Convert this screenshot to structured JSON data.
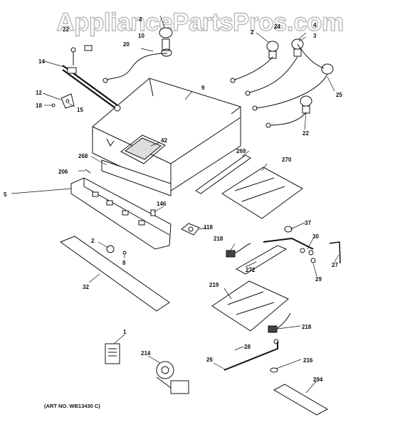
{
  "watermark": "AppliancePartsPros.com",
  "art_number": "(ART NO. WB13430 C)",
  "callouts": {
    "c1": "1",
    "c2a": "2",
    "c2b": "2",
    "c3": "3",
    "c4a": "4",
    "c4b": "4",
    "c5": "5",
    "c8": "8",
    "c9": "9",
    "c10": "10",
    "c12": "12",
    "c14": "14",
    "c15": "15",
    "c18": "18",
    "c20": "20",
    "c22": "22",
    "c22b": "22",
    "c24": "24",
    "c25": "25",
    "c26": "26",
    "c27": "27",
    "c28": "28",
    "c29": "29",
    "c30": "30",
    "c32": "32",
    "c37": "37",
    "c42": "42",
    "c118": "118",
    "c146": "146",
    "c206": "206",
    "c214": "214",
    "c216": "216",
    "c218a": "218",
    "c218b": "218",
    "c219": "219",
    "c268": "268",
    "c269": "269",
    "c270": "270",
    "c272": "272",
    "c294": "294"
  }
}
